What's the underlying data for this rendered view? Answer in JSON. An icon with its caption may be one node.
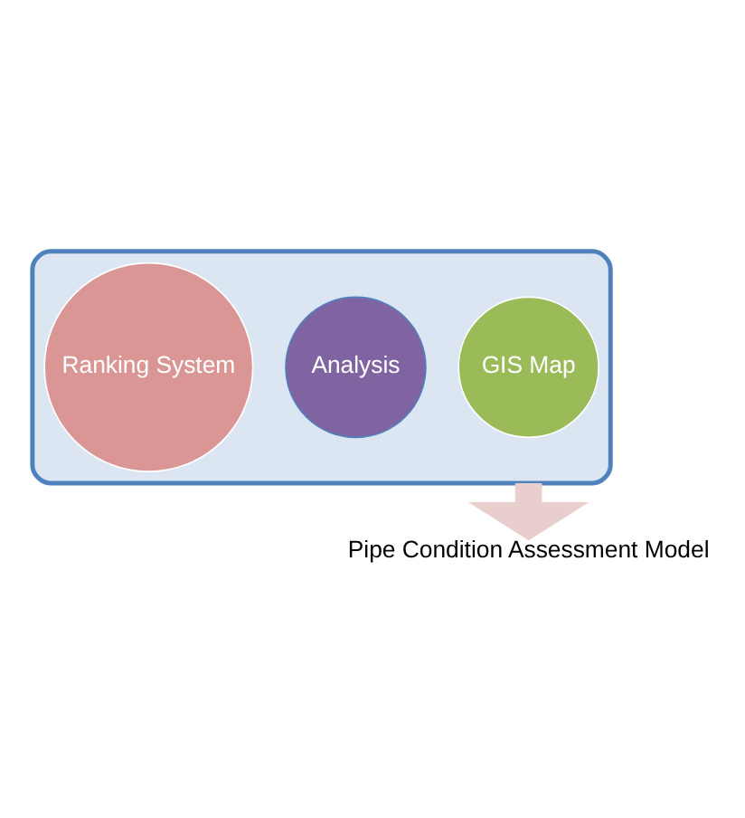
{
  "diagram": {
    "nodes": [
      {
        "text": [],
        "shape": "funnel"
      },
      {
        "text": [
          "GIS Map"
        ],
        "in": 0
      },
      {
        "text": [
          "Analysis"
        ],
        "in": 0
      },
      {
        "text": [
          "Ranking System"
        ],
        "in": 0
      },
      {
        "text": [
          "Pipe Condition Assessment Model"
        ]
      }
    ],
    "edges": [
      {
        "from": 0,
        "to": 4,
        "arrow": "to",
        "color": "#e8cfcd"
      }
    ]
  }
}
